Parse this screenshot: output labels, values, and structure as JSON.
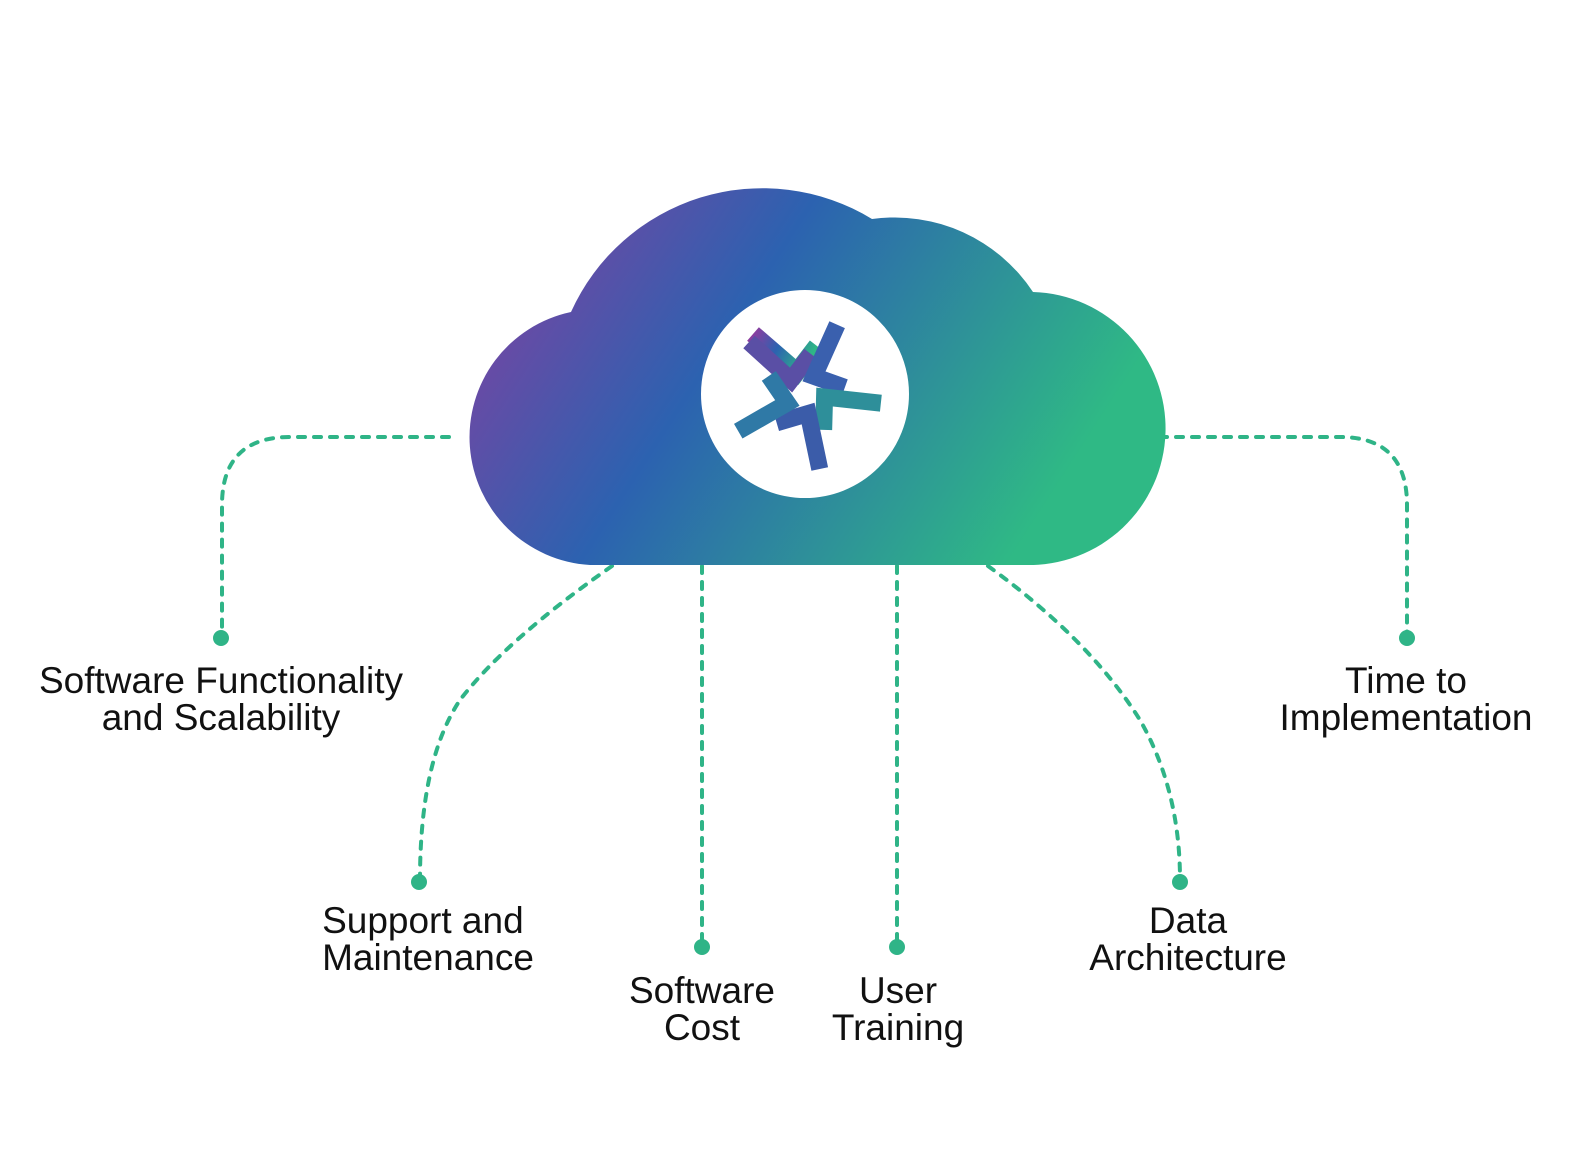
{
  "colors": {
    "connector": "#2fb487",
    "cloud_gradient": [
      "#8b3d9f",
      "#2c62b0",
      "#2fb985"
    ],
    "logo": "#ffffff",
    "text": "#111111"
  },
  "cloud": {
    "icon": "cloud-shape",
    "logo_icon": "rotating-arrows-logo"
  },
  "factors": [
    {
      "id": "software-functionality",
      "lines": [
        "Software Functionality",
        "and Scalability"
      ]
    },
    {
      "id": "support-maintenance",
      "lines": [
        "Support and",
        "Maintenance"
      ]
    },
    {
      "id": "software-cost",
      "lines": [
        "Software",
        "Cost"
      ]
    },
    {
      "id": "user-training",
      "lines": [
        "User",
        "Training"
      ]
    },
    {
      "id": "data-architecture",
      "lines": [
        "Data",
        "Architecture"
      ]
    },
    {
      "id": "time-to-implementation",
      "lines": [
        "Time to",
        "Implementation"
      ]
    }
  ]
}
